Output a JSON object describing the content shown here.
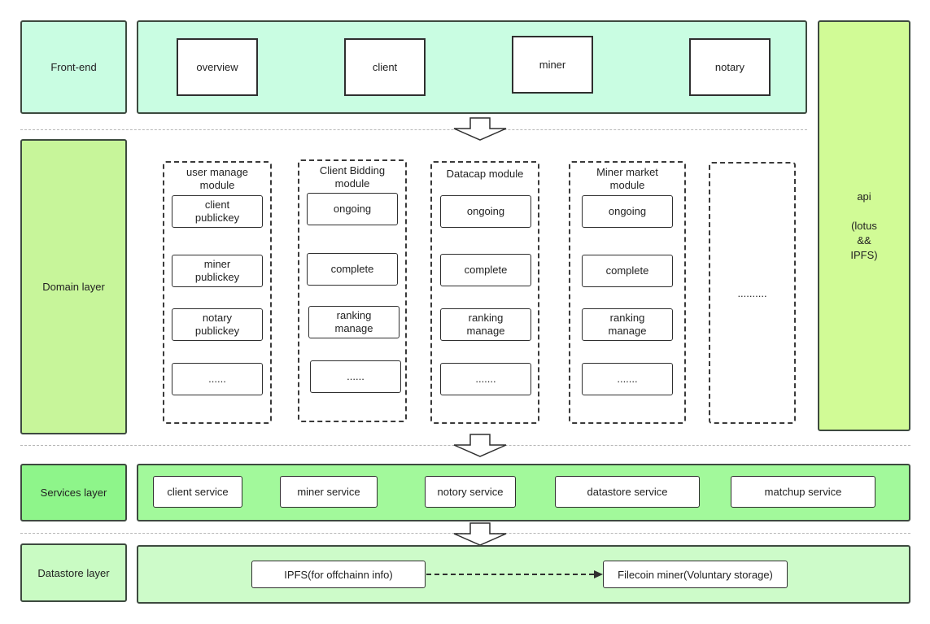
{
  "layers": {
    "frontend": "Front-end",
    "domain": "Domain layer",
    "services": "Services layer",
    "datastore": "Datastore layer"
  },
  "api": {
    "label": "api\n\n(lotus\n&&\nIPFS)"
  },
  "frontend_items": [
    "overview",
    "client",
    "miner",
    "notary"
  ],
  "modules": [
    {
      "title": "user manage\nmodule",
      "items": [
        "client\npublickey",
        "miner\npublickey",
        "notary\npublickey",
        "......"
      ]
    },
    {
      "title": "Client Bidding\nmodule",
      "items": [
        "ongoing",
        "complete",
        "ranking\nmanage",
        "......"
      ]
    },
    {
      "title": "Datacap module",
      "items": [
        "ongoing",
        "complete",
        "ranking\nmanage",
        "......."
      ]
    },
    {
      "title": "Miner market\nmodule",
      "items": [
        "ongoing",
        "complete",
        "ranking\nmanage",
        "......."
      ]
    },
    {
      "title": "",
      "items": [
        ".........."
      ]
    }
  ],
  "services": [
    "client service",
    "miner service",
    "notory service",
    "datastore service",
    "matchup service"
  ],
  "datastore": {
    "source": "IPFS(for offchainn info)",
    "target": "Filecoin miner(Voluntary storage)"
  },
  "colors": {
    "frontend": "#c9fde2",
    "domain": "#c7f59a",
    "services": "#8ef58a",
    "datastore": "#c9fbc3",
    "api": "#d1fb96",
    "border": "#3d4a3f"
  }
}
